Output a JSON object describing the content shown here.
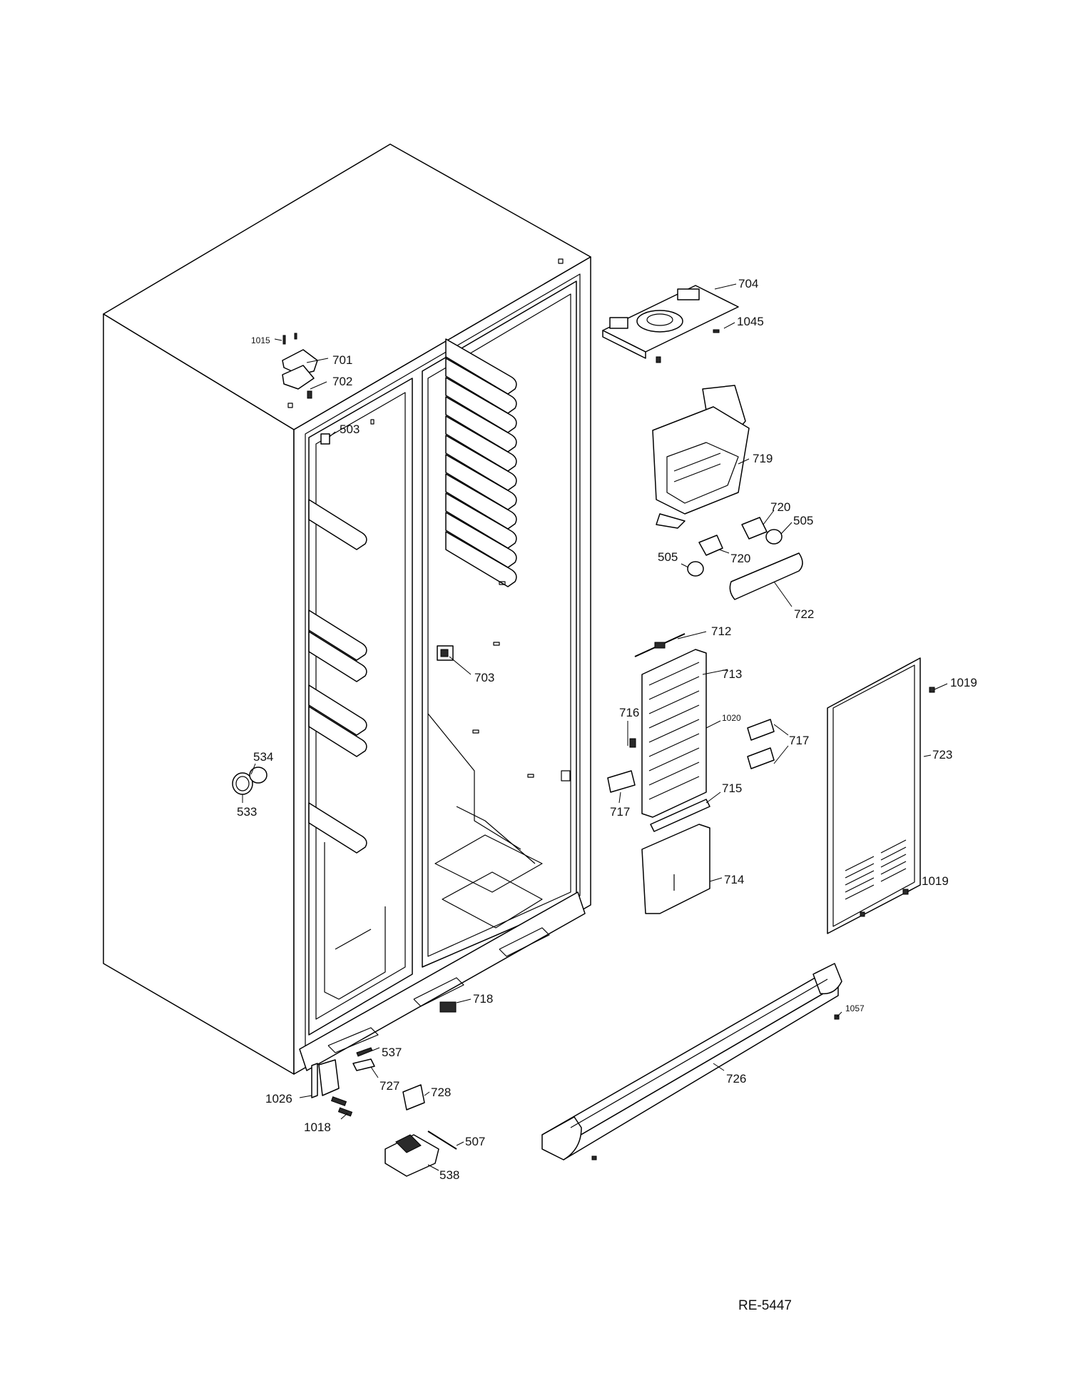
{
  "diagram": {
    "reference_code": "RE-5447",
    "part_labels": [
      {
        "id": "704",
        "text": "704"
      },
      {
        "id": "1045",
        "text": "1045"
      },
      {
        "id": "1015",
        "text": "1015"
      },
      {
        "id": "701",
        "text": "701"
      },
      {
        "id": "702",
        "text": "702"
      },
      {
        "id": "503",
        "text": "503"
      },
      {
        "id": "719",
        "text": "719"
      },
      {
        "id": "720a",
        "text": "720"
      },
      {
        "id": "505a",
        "text": "505"
      },
      {
        "id": "505b",
        "text": "505"
      },
      {
        "id": "720b",
        "text": "720"
      },
      {
        "id": "722",
        "text": "722"
      },
      {
        "id": "712",
        "text": "712"
      },
      {
        "id": "703",
        "text": "703"
      },
      {
        "id": "713",
        "text": "713"
      },
      {
        "id": "1019a",
        "text": "1019"
      },
      {
        "id": "716",
        "text": "716"
      },
      {
        "id": "1020",
        "text": "1020"
      },
      {
        "id": "717a",
        "text": "717"
      },
      {
        "id": "534",
        "text": "534"
      },
      {
        "id": "723",
        "text": "723"
      },
      {
        "id": "533",
        "text": "533"
      },
      {
        "id": "717b",
        "text": "717"
      },
      {
        "id": "715",
        "text": "715"
      },
      {
        "id": "714",
        "text": "714"
      },
      {
        "id": "1019b",
        "text": "1019"
      },
      {
        "id": "718",
        "text": "718"
      },
      {
        "id": "1057",
        "text": "1057"
      },
      {
        "id": "537",
        "text": "537"
      },
      {
        "id": "727",
        "text": "727"
      },
      {
        "id": "726",
        "text": "726"
      },
      {
        "id": "728",
        "text": "728"
      },
      {
        "id": "1026",
        "text": "1026"
      },
      {
        "id": "1018",
        "text": "1018"
      },
      {
        "id": "507",
        "text": "507"
      },
      {
        "id": "538",
        "text": "538"
      }
    ]
  }
}
